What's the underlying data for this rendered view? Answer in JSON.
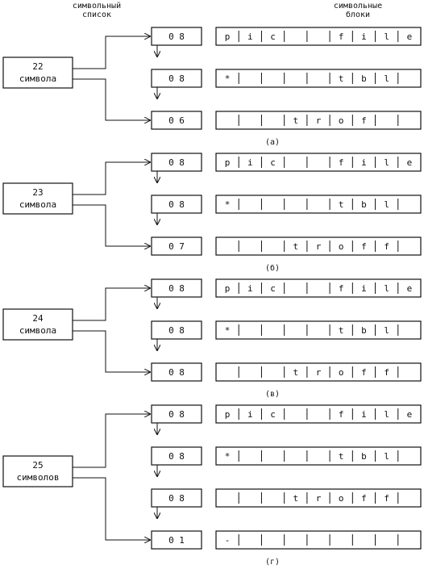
{
  "headers": {
    "list_line1": "символьный",
    "list_line2": "список",
    "blocks_line1": "символьные",
    "blocks_line2": "блоки"
  },
  "diagrams": [
    {
      "caption": "(а)",
      "label_num": "22",
      "label_word": "символа",
      "rows": [
        {
          "count": "0 8",
          "chars": [
            "p",
            "i",
            "c",
            "",
            "",
            "f",
            "i",
            "l",
            "e"
          ]
        },
        {
          "count": "0 8",
          "chars": [
            "*",
            "",
            "",
            "",
            "",
            "t",
            "b",
            "l",
            ""
          ]
        },
        {
          "count": "0 6",
          "chars": [
            "",
            "",
            "",
            "t",
            "r",
            "o",
            "f",
            "",
            ""
          ]
        }
      ]
    },
    {
      "caption": "(б)",
      "label_num": "23",
      "label_word": "символа",
      "rows": [
        {
          "count": "0 8",
          "chars": [
            "p",
            "i",
            "c",
            "",
            "",
            "f",
            "i",
            "l",
            "e"
          ]
        },
        {
          "count": "0 8",
          "chars": [
            "*",
            "",
            "",
            "",
            "",
            "t",
            "b",
            "l",
            ""
          ]
        },
        {
          "count": "0 7",
          "chars": [
            "",
            "",
            "",
            "t",
            "r",
            "o",
            "f",
            "f",
            ""
          ]
        }
      ]
    },
    {
      "caption": "(в)",
      "label_num": "24",
      "label_word": "символа",
      "rows": [
        {
          "count": "0 8",
          "chars": [
            "p",
            "i",
            "c",
            "",
            "",
            "f",
            "i",
            "l",
            "e"
          ]
        },
        {
          "count": "0 8",
          "chars": [
            "*",
            "",
            "",
            "",
            "",
            "t",
            "b",
            "l",
            ""
          ]
        },
        {
          "count": "0 8",
          "chars": [
            "",
            "",
            "",
            "t",
            "r",
            "o",
            "f",
            "f",
            ""
          ]
        }
      ]
    },
    {
      "caption": "(г)",
      "label_num": "25",
      "label_word": "символов",
      "rows": [
        {
          "count": "0 8",
          "chars": [
            "p",
            "i",
            "c",
            "",
            "",
            "f",
            "i",
            "l",
            "e"
          ]
        },
        {
          "count": "0 8",
          "chars": [
            "*",
            "",
            "",
            "",
            "",
            "t",
            "b",
            "l",
            ""
          ]
        },
        {
          "count": "0 8",
          "chars": [
            "",
            "",
            "",
            "t",
            "r",
            "o",
            "f",
            "f",
            ""
          ]
        },
        {
          "count": "0 1",
          "chars": [
            "-",
            "",
            "",
            "",
            "",
            "",
            "",
            "",
            ""
          ]
        }
      ]
    }
  ]
}
